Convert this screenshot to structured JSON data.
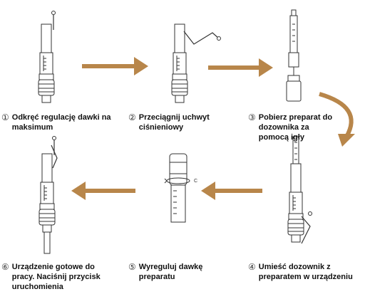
{
  "steps": [
    {
      "num": "①",
      "text": "Odkręć regulację dawki na maksimum"
    },
    {
      "num": "②",
      "text": "Przeciągnij uchwyt ciśnieniowy"
    },
    {
      "num": "③",
      "text": "Pobierz preparat do dozownika za pomocą igły"
    },
    {
      "num": "④",
      "text": "Umieść dozownik z preparatem w urządzeniu"
    },
    {
      "num": "⑤",
      "text": "Wyreguluj dawkę preparatu"
    },
    {
      "num": "⑥",
      "text": "Urządzenie gotowe do pracy. Naciśnij przycisk uruchomienia"
    }
  ],
  "colors": {
    "arrow": "#b8864a",
    "line": "#333333"
  }
}
